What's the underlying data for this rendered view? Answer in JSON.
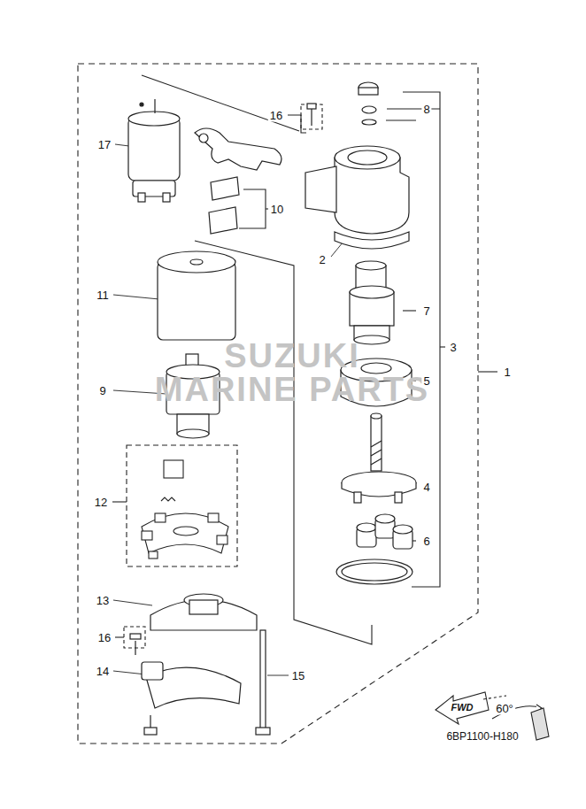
{
  "diagram": {
    "labels": [
      "16",
      "8",
      "17",
      "10",
      "2",
      "11",
      "7",
      "3",
      "1",
      "SUZUKI",
      "MARINE PARTS",
      "5",
      "9",
      "4",
      "12",
      "6",
      "13",
      "16",
      "14",
      "15",
      "FWD",
      "60°",
      "6BP1100-H180"
    ]
  }
}
